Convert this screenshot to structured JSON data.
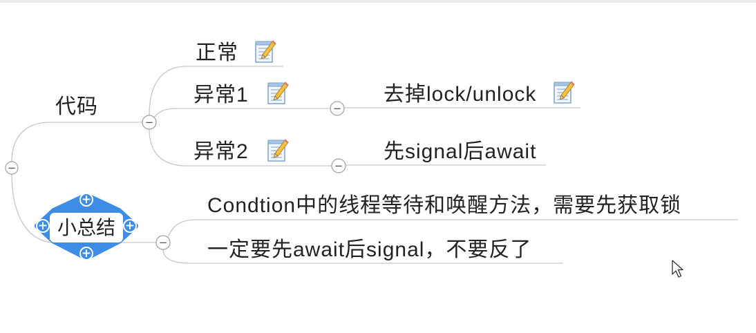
{
  "colors": {
    "background": "#ffffff",
    "line": "#c6c6c6",
    "accent": "#3d8de6",
    "button_stroke": "#9e9e9e",
    "text": "#222222"
  },
  "symbols": {
    "collapse": "−",
    "expand": "+"
  },
  "icons": {
    "note": "notepad-icon",
    "cursor": "mouse-pointer-icon"
  },
  "mindmap": {
    "topics": {
      "code": {
        "label": "代码"
      },
      "normal": {
        "label": "正常",
        "has_note": true
      },
      "abnormal1": {
        "label": "异常1",
        "has_note": true,
        "children": [
          {
            "label": "去掉lock/unlock",
            "has_note": true
          }
        ]
      },
      "abnormal2": {
        "label": "异常2",
        "has_note": true,
        "children": [
          {
            "label": "先signal后await"
          }
        ]
      },
      "summary": {
        "label": "小总结",
        "selected": true,
        "children": [
          {
            "label": "Condtion中的线程等待和唤醒方法，需要先获取锁"
          },
          {
            "label": "一定要先await后signal，不要反了"
          }
        ]
      }
    }
  }
}
